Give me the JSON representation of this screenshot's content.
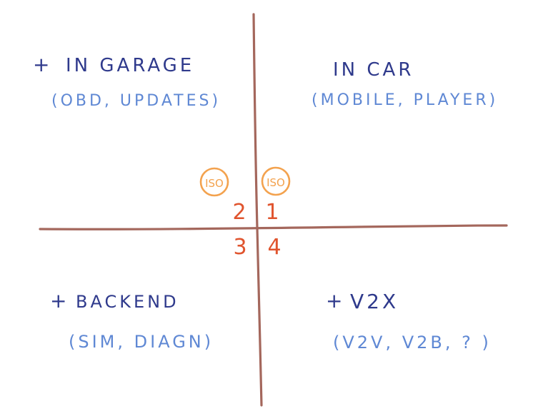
{
  "quadrants": {
    "q1": {
      "title": "IN CAR",
      "title_prefix": "",
      "subtitle": "(MOBILE, PLAYER)",
      "number": "1",
      "badge": "ISO"
    },
    "q2": {
      "title": "IN GARAGE",
      "title_prefix": "+",
      "subtitle": "(OBD, UPDATES)",
      "number": "2",
      "badge": "ISO"
    },
    "q3": {
      "title": "BACKEND",
      "title_prefix": "+",
      "subtitle": "(SIM, DIAGN)",
      "number": "3"
    },
    "q4": {
      "title": "V2X",
      "title_prefix": "+",
      "subtitle": "(V2V, V2B, ? )",
      "number": "4"
    }
  },
  "colors": {
    "axis": "#a4675c",
    "title": "#2f3a8c",
    "subtitle": "#5f88d4",
    "number": "#e0542e",
    "badge": "#f3a24e"
  }
}
